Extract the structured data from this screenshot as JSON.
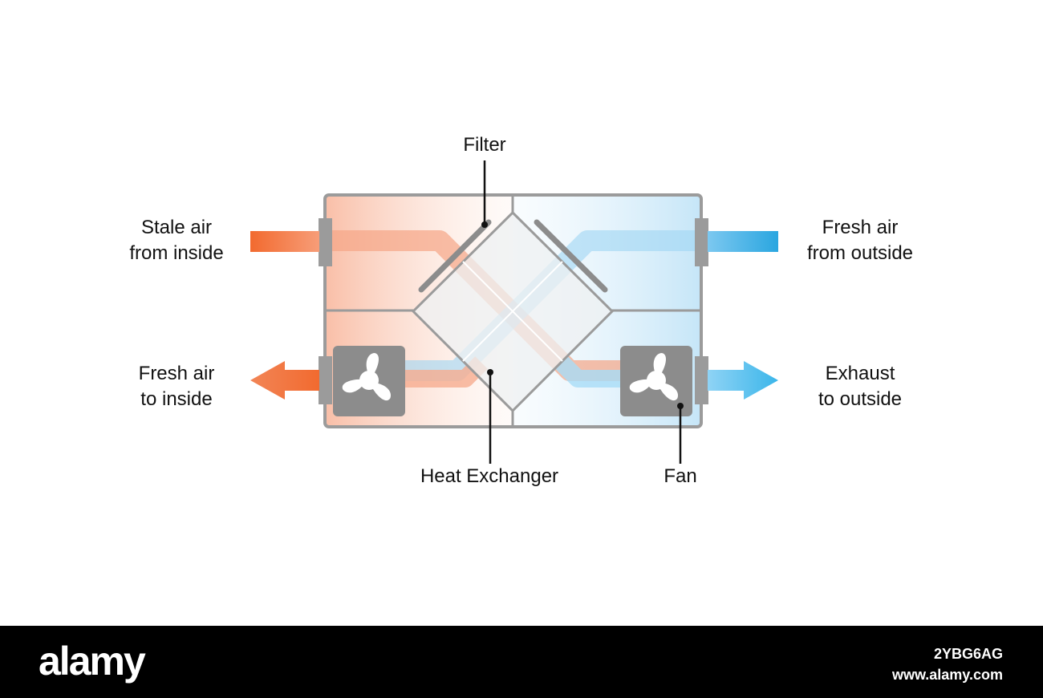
{
  "diagram": {
    "labels": {
      "filter": "Filter",
      "stale_air": [
        "Stale air",
        "from inside"
      ],
      "fresh_from_outside": [
        "Fresh air",
        "from outside"
      ],
      "fresh_to_inside": [
        "Fresh air",
        "to inside"
      ],
      "exhaust": [
        "Exhaust",
        "to outside"
      ],
      "heat_exchanger": "Heat Exchanger",
      "fan": "Fan"
    },
    "colors": {
      "warm": "#f26a2f",
      "warm_light": "#f7a98a",
      "cool": "#2aa6e0",
      "cool_light": "#8fd0f2",
      "housing": "#9b9b9b",
      "fan_box": "#8c8c8c"
    },
    "icons": [
      "fan-icon",
      "fan-icon",
      "filter-icon",
      "arrow-left-icon",
      "arrow-right-icon"
    ]
  },
  "footer": {
    "logo": "alamy",
    "image_id": "2YBG6AG",
    "site": "www.alamy.com"
  }
}
